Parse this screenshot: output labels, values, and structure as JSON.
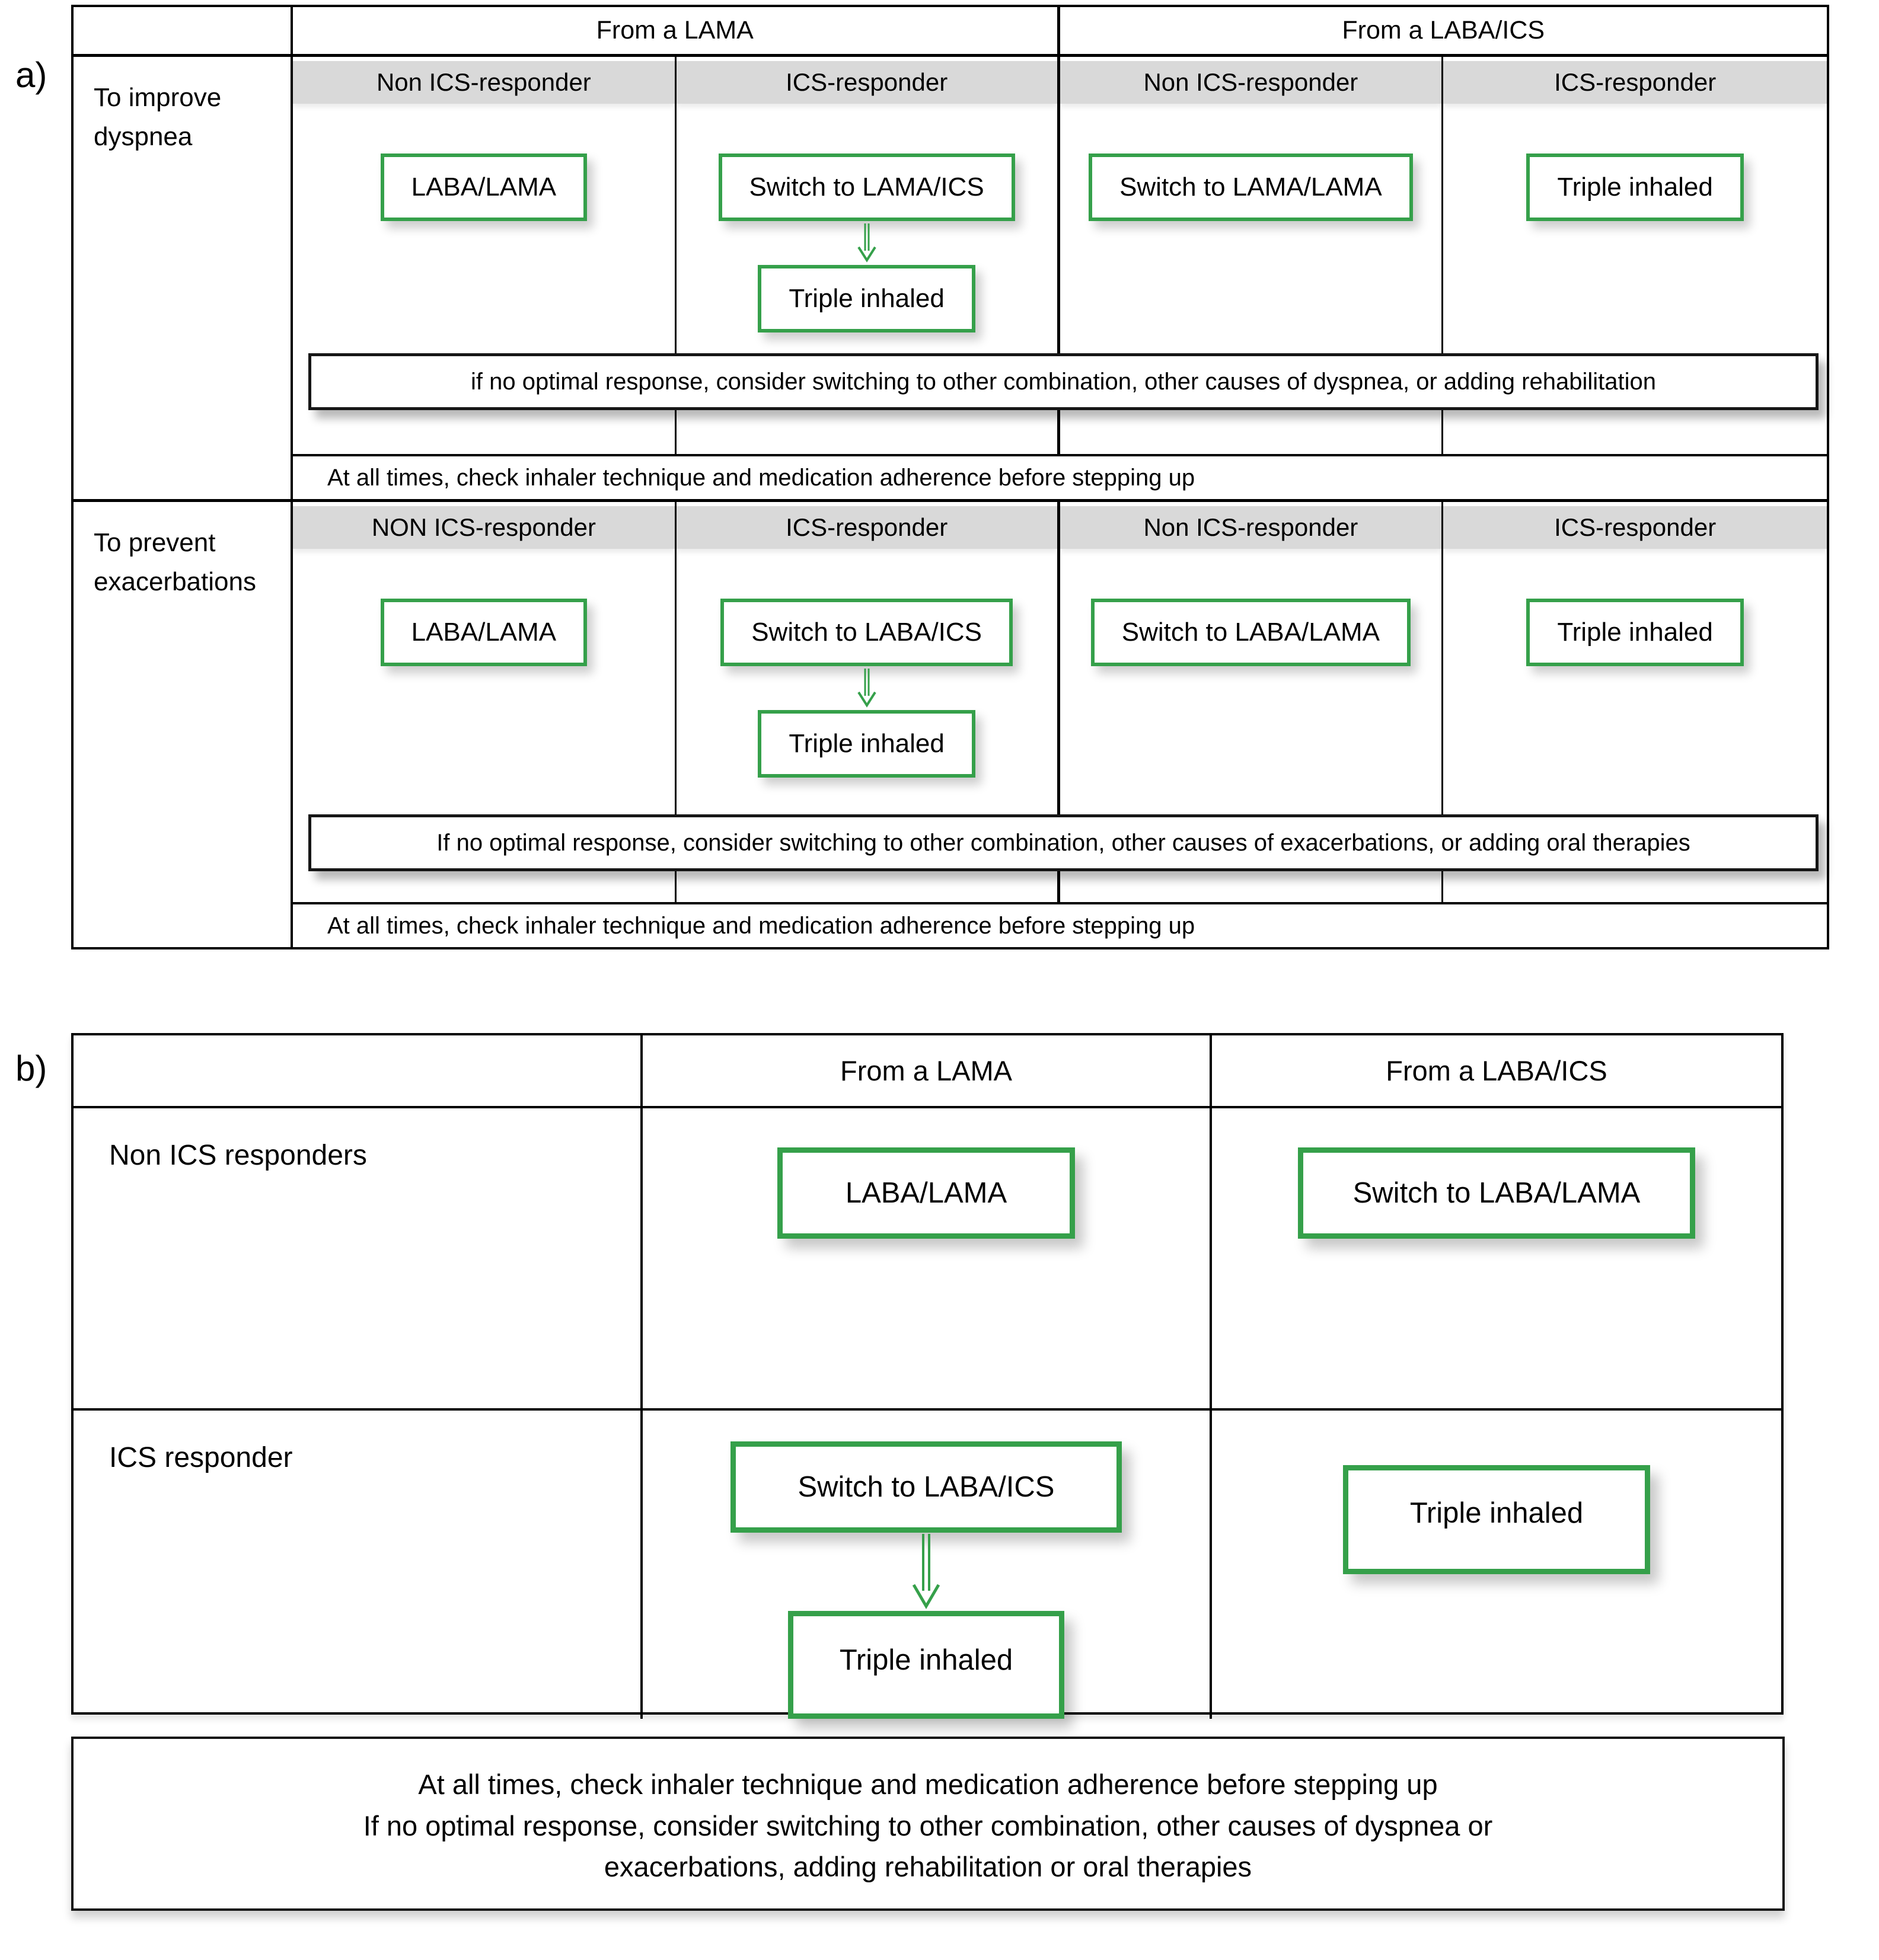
{
  "figure": {
    "panel_a_label": "a)",
    "panel_b_label": "b)"
  },
  "colors": {
    "box_border_green": "#35a04a",
    "header_gray": "#d9d9d9",
    "line_black": "#000000"
  },
  "panel_a": {
    "group_headers": [
      "From a LAMA",
      "From a LABA/ICS"
    ],
    "sections": [
      {
        "row_label": "To improve dyspnea",
        "column_headers": [
          "Non ICS-responder",
          "ICS-responder",
          "Non ICS-responder",
          "ICS-responder"
        ],
        "boxes": {
          "col1": "LABA/LAMA",
          "col2_step1": "Switch to LAMA/ICS",
          "col2_step2": "Triple inhaled",
          "col3": "Switch to LAMA/LAMA",
          "col4": "Triple inhaled"
        },
        "note": "if no optimal response, consider switching to other combination, other causes of dyspnea, or adding rehabilitation",
        "adherence": "At all times, check inhaler technique and medication adherence before stepping up"
      },
      {
        "row_label": "To prevent exacerbations",
        "column_headers": [
          "NON ICS-responder",
          "ICS-responder",
          "Non ICS-responder",
          "ICS-responder"
        ],
        "boxes": {
          "col1": "LABA/LAMA",
          "col2_step1": "Switch to LABA/ICS",
          "col2_step2": "Triple inhaled",
          "col3": "Switch to LABA/LAMA",
          "col4": "Triple inhaled"
        },
        "note": "If no optimal response, consider switching to other combination, other causes of exacerbations, or adding oral therapies",
        "adherence": "At all times, check inhaler technique and medication adherence before stepping up"
      }
    ]
  },
  "panel_b": {
    "column_headers": [
      "From a LAMA",
      "From a LABA/ICS"
    ],
    "rows": [
      {
        "label": "Non ICS responders",
        "lama_box": "LABA/LAMA",
        "labaics_box": "Switch to LABA/LAMA"
      },
      {
        "label": "ICS responder",
        "lama_step1": "Switch to LABA/ICS",
        "lama_step2": "Triple inhaled",
        "labaics_box": "Triple inhaled"
      }
    ],
    "footer_lines": [
      "At all times, check inhaler technique and medication adherence before stepping up",
      "If no optimal response, consider switching to other combination, other causes of dyspnea or",
      "exacerbations, adding rehabilitation or oral therapies"
    ]
  }
}
